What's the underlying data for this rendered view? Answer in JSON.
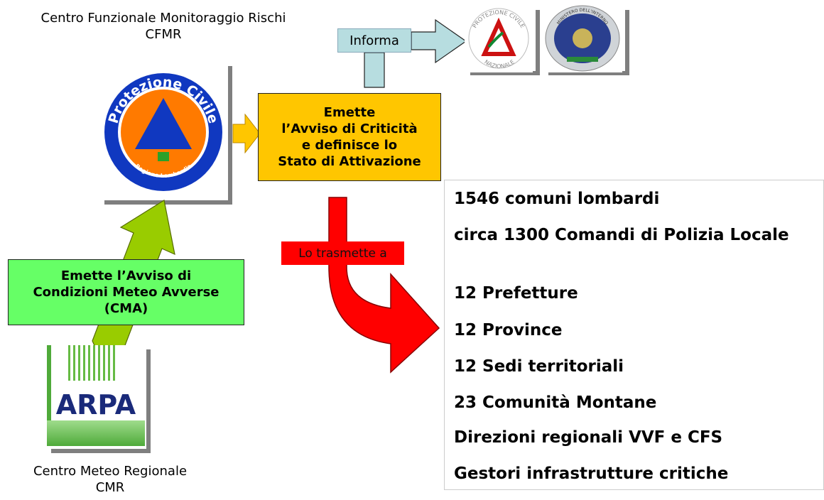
{
  "cfmr": {
    "line1": "Centro Funzionale Monitoraggio Rischi",
    "line2": "CFMR"
  },
  "cmr": {
    "line1": "Centro Meteo Regionale",
    "line2": "CMR"
  },
  "informa_label": "Informa",
  "trasmette_label": "Lo trasmette a",
  "emette_box": {
    "line1": "Emette",
    "line2": "l’Avviso di Criticità",
    "line3": "e definisce lo",
    "line4": "Stato di Attivazione"
  },
  "cma_box": {
    "line1": "Emette l’Avviso di",
    "line2": "Condizioni Meteo Avverse",
    "line3": "(CMA)"
  },
  "logos": {
    "pc_lombardia": {
      "text_top": "Protezione Civile",
      "text_bottom": "Regione Lombardia"
    },
    "pc_nazionale": {
      "text_top": "PROTEZIONE CIVILE",
      "text_bottom": "NAZIONALE"
    },
    "ministero": {
      "text_top": "MINISTERO DELL'INTERNO"
    },
    "arpa": {
      "text": "ARPA"
    }
  },
  "recipients": [
    "1546 comuni lombardi",
    "circa 1300 Comandi di Polizia Locale",
    "12 Prefetture",
    "12 Province",
    "12 Sedi territoriali",
    "23 Comunità Montane",
    "Direzioni regionali VVF e CFS",
    "Gestori infrastrutture critiche"
  ],
  "colors": {
    "emette_box": "#ffc600",
    "cma_box": "#66ff66",
    "informa_box": "#b7dde0",
    "trasmette_box": "#ff0000",
    "arrow_green": "#99cc00",
    "arrow_red": "#ff0000",
    "arrow_yellow": "#ffc600"
  }
}
